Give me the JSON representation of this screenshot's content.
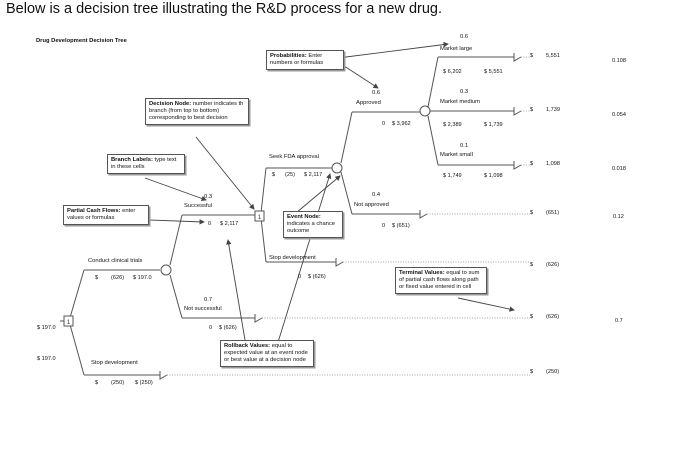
{
  "heading": "Below is a decision tree illustrating the R&D process for a new drug.",
  "tree_title": "Drug Development Decision Tree",
  "nodes": {
    "root": {
      "type": "decision",
      "value_top": "$ 197.0",
      "value_bottom": "$ 197.0"
    },
    "clinical": {
      "type": "event"
    },
    "fda": {
      "type": "decision"
    },
    "approval": {
      "type": "event"
    }
  },
  "branches": {
    "conduct": {
      "label": "Conduct clinical trials",
      "cash": "$",
      "value_a": "(626)",
      "value_b": "$ 197.0"
    },
    "stop_root": {
      "label": "Stop development",
      "cash": "$",
      "value_a": "(250)",
      "value_b": "$ (250)"
    },
    "successful": {
      "prob": "0.3",
      "label": "Successful",
      "cash": "0",
      "value": "$ 2,117"
    },
    "not_successful": {
      "prob": "0.7",
      "label": "Not successful",
      "cash": "0",
      "value": "$ (626)"
    },
    "seek": {
      "label": "Seek FDA approval",
      "cash": "$",
      "value_a": "(25)",
      "value_b": "$ 2,117"
    },
    "stop_fda": {
      "label": "Stop development",
      "cash": "0",
      "value": "$ (626)"
    },
    "approved": {
      "prob": "0.6",
      "label": "Approved",
      "cash": "0",
      "value": "$ 3,962"
    },
    "not_approved": {
      "prob": "0.4",
      "label": "Not approved",
      "cash": "0",
      "value": "$ (651)"
    },
    "large": {
      "prob": "0.6",
      "label": "Market large",
      "cash": "$ 6,202",
      "value": "$ 5,551"
    },
    "medium": {
      "prob": "0.3",
      "label": "Market medium",
      "cash": "$ 2,389",
      "value": "$ 1,739"
    },
    "small": {
      "prob": "0.1",
      "label": "Market small",
      "cash": "$ 1,749",
      "value": "$ 1,098"
    }
  },
  "terminals": [
    {
      "cur": "$",
      "value": "5,551",
      "prob": "0.108"
    },
    {
      "cur": "$",
      "value": "1,739",
      "prob": "0.054"
    },
    {
      "cur": "$",
      "value": "1,098",
      "prob": "0.018"
    },
    {
      "cur": "$",
      "value": "(651)",
      "prob": "0.12"
    },
    {
      "cur": "$",
      "value": "(626)",
      "prob": ""
    },
    {
      "cur": "$",
      "value": "(626)",
      "prob": "0.7"
    },
    {
      "cur": "$",
      "value": "(250)",
      "prob": ""
    }
  ],
  "callouts": {
    "probabilities": {
      "title": "Probabilities:",
      "text": " Enter numbers or formulas"
    },
    "decision_node": {
      "title": "Decision Node:",
      "text": " number indicates th branch (from top to bottom) corresponding to best decision"
    },
    "branch_labels": {
      "title": "Branch Labels:",
      "text": " type text in these cells"
    },
    "partial_cash": {
      "title": "Partial Cash Flows:",
      "text": " enter values or formulas"
    },
    "event_node": {
      "title": "Event Node:",
      "text": " indicates a chance outcome"
    },
    "terminal_values": {
      "title": "Terminal Values:",
      "text": " equal to sum of partial cash flows along path or fixed value entered in cell"
    },
    "rollback": {
      "title": "Rollback Values:",
      "text": " equal to expected value at an event node or best value at a decision node"
    }
  },
  "colors": {
    "line": "#555555",
    "arrow": "#444444",
    "dotted": "#888888"
  }
}
